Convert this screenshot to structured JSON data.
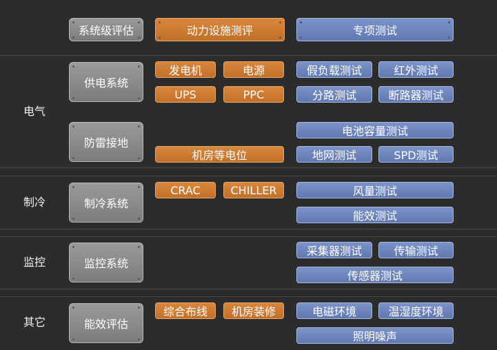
{
  "header": {
    "left": "系统级评估",
    "middle": "动力设施测评",
    "right": "专项测试"
  },
  "sections": {
    "electrical": {
      "label": "电气",
      "power": {
        "name": "供电系统",
        "orange": [
          "发电机",
          "电源",
          "UPS",
          "PPC"
        ],
        "blue": [
          "假负载测试",
          "红外测试",
          "分路测试",
          "断路器测试"
        ]
      },
      "lightning": {
        "name": "防雷接地",
        "orange": [
          "机房等电位"
        ],
        "blue_wide": "电池容量测试",
        "blue": [
          "地网测试",
          "SPD测试"
        ]
      }
    },
    "cooling": {
      "label": "制冷",
      "name": "制冷系统",
      "orange": [
        "CRAC",
        "CHILLER"
      ],
      "blue": [
        "风量测试",
        "能效测试"
      ]
    },
    "monitoring": {
      "label": "监控",
      "name": "监控系统",
      "blue": [
        "采集器测试",
        "传输测试"
      ],
      "blue_wide": "传感器测试"
    },
    "other": {
      "label": "其它",
      "name": "能效评估",
      "orange": [
        "综合布线",
        "机房装修"
      ],
      "blue": [
        "电磁环境",
        "温湿度环境"
      ],
      "blue_wide": "照明噪声"
    }
  }
}
